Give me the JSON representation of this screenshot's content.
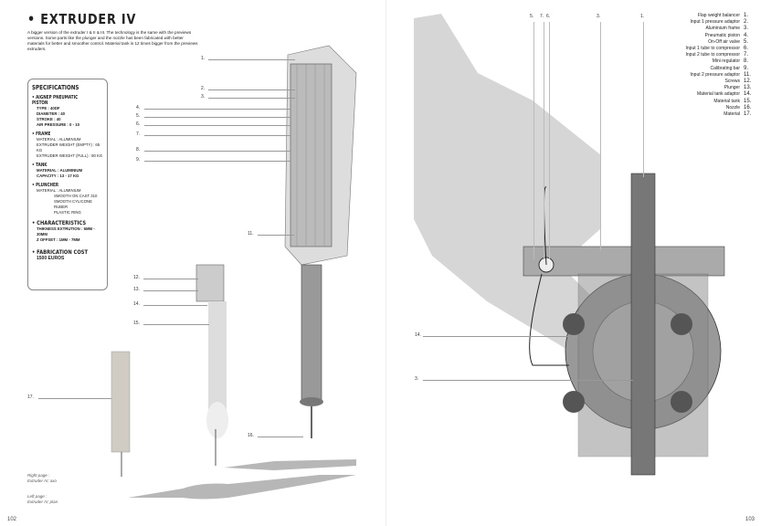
{
  "left": {
    "title": "• EXTRUDER IV",
    "intro": "A bigger version of the extruder I & II & III. The technology is the same with the previews versions. Some parts like the plunger and the nozzle has been fabricated with better materials for better and smoother control.          Material tank is 12 times bigger from the previews extruders.",
    "specs": {
      "heading": "SPECIFICATIONS",
      "piston": {
        "title": "• AIGNEP PNEUMATIC PISTON",
        "lines": [
          "TYPE : 40DF",
          "DIAMETER : 40",
          "STROKE : 40",
          "AIR PRESSURE : 0 - 10"
        ]
      },
      "frame": {
        "title": "• FRAME",
        "lines": [
          "MATERIAL : ALUMINIUM",
          "EXTRUDER WEIGHT (EMPTY) : 65 KG",
          "EXTRUDER WEIGHT (FULL) : 80 KG"
        ]
      },
      "tank": {
        "title": "• TANK",
        "lines": [
          "MATERIAL : ALUMINIUM",
          "CAPACITY : 13 - 17 KG"
        ]
      },
      "plunger": {
        "title": "• PLUNCHER",
        "lines": [
          "MATERIAL : ALUMINIUM",
          "SMOOTH ON CAST 310",
          "SMOOTH CYLICONE RUBER",
          "PLASTIC RING"
        ]
      },
      "characteristics": {
        "title": "• CHARACTERISTICS",
        "lines": [
          "THIKNESS EXTRUTION : 6MM - 30MM",
          "Z OFFSET : 1MM - 7MM"
        ]
      },
      "cost": {
        "title": "• FABRICATION COST",
        "lines": [
          "1500 EUROS"
        ]
      }
    },
    "labels": [
      "1.",
      "2.",
      "3.",
      "4.",
      "5.",
      "6.",
      "7.",
      "8.",
      "9.",
      "11.",
      "12.",
      "13.",
      "14.",
      "15.",
      "16.",
      "17."
    ],
    "caption1": [
      "Right page :",
      "Extruder IV, axo"
    ],
    "caption2": [
      "Left page :",
      "Extruder IV, plan"
    ],
    "page_number": "102"
  },
  "right": {
    "top_labels": [
      "5.",
      "7.",
      "6.",
      "3.",
      "1."
    ],
    "side_labels": [
      "14.",
      "3."
    ],
    "legend": [
      [
        "Flap weight balancer",
        "1."
      ],
      [
        "Input 1 pressure adaptor",
        "2."
      ],
      [
        "Aluminium frame",
        "3."
      ],
      [
        "Pneumatic piston",
        "4."
      ],
      [
        "On-Off air valve",
        "5."
      ],
      [
        "Input 1 tube to compressor",
        "6."
      ],
      [
        "Input 2 tube to compressor",
        "7."
      ],
      [
        "Mini regulator",
        "8."
      ],
      [
        "Calibrating bar",
        "9."
      ],
      [
        "Input 2 pressure adaptor",
        "11."
      ],
      [
        "Screws",
        "12."
      ],
      [
        "Plunger",
        "13."
      ],
      [
        "Material tank adaptor",
        "14."
      ],
      [
        "Material tank",
        "15."
      ],
      [
        "Nozzle",
        "16."
      ],
      [
        "Material",
        "17."
      ]
    ],
    "page_number": "103"
  }
}
